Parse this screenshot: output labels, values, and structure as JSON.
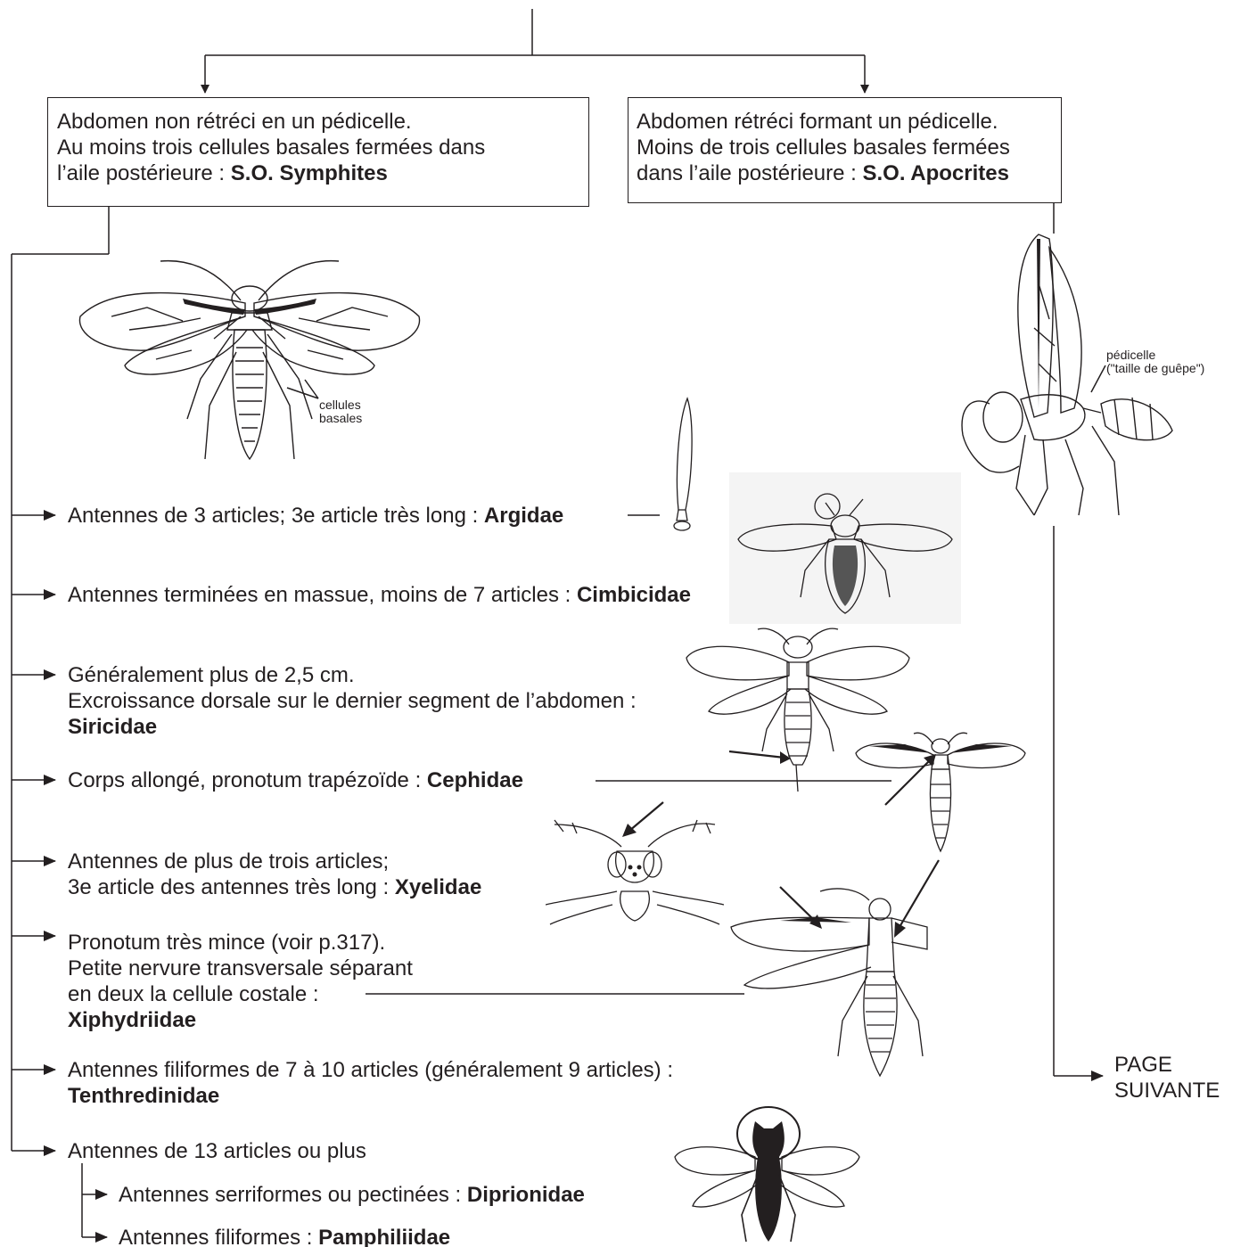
{
  "boxes": {
    "symphytes": {
      "lines": [
        "Abdomen non rétréci en un pédicelle.",
        "Au moins trois cellules basales fermées dans"
      ],
      "last_prefix": "l’aile postérieure : ",
      "last_bold": "S.O. Symphites"
    },
    "apocrites": {
      "lines": [
        "Abdomen rétréci formant un pédicelle.",
        "Moins de trois cellules basales fermées"
      ],
      "last_prefix": "dans l’aile postérieure : ",
      "last_bold": "S.O. Apocrites"
    }
  },
  "labels": {
    "cellules": [
      "cellules",
      "basales"
    ],
    "pedicelle": [
      "pédicelle",
      "(\"taille de guêpe\")"
    ],
    "page_suivante": [
      "PAGE",
      "SUIVANTE"
    ]
  },
  "keys": {
    "argidae": {
      "text": "Antennes de 3 articles; 3e article très long : ",
      "bold": "Argidae"
    },
    "cimbicidae": {
      "text": "Antennes terminées en massue, moins de 7 articles : ",
      "bold": "Cimbicidae"
    },
    "siricidae": {
      "lines": [
        "Généralement plus de 2,5 cm.",
        "Excroissance dorsale sur le dernier segment de l’abdomen :"
      ],
      "bold": "Siricidae"
    },
    "cephidae": {
      "text": "Corps allongé, pronotum trapézoïde : ",
      "bold": "Cephidae"
    },
    "xyelidae": {
      "line1": "Antennes de plus de trois articles;",
      "text": "3e article des antennes très long : ",
      "bold": "Xyelidae"
    },
    "xiphydriidae": {
      "lines": [
        "Pronotum très mince (voir p.317).",
        "Petite nervure transversale séparant",
        "en deux la cellule costale  :"
      ],
      "bold": "Xiphydriidae"
    },
    "tenthredinidae": {
      "line1": "Antennes filiformes de 7 à 10 articles (généralement 9 articles) :",
      "bold": "Tenthredinidae"
    },
    "antennes13": {
      "text": "Antennes de 13 articles ou plus"
    },
    "diprionidae": {
      "text": "Antennes serriformes ou pectinées : ",
      "bold": "Diprionidae"
    },
    "pamphiliidae": {
      "text": "Antennes filiformes : ",
      "bold": "Pamphiliidae"
    }
  },
  "colors": {
    "ink": "#231f20",
    "background": "#ffffff"
  }
}
